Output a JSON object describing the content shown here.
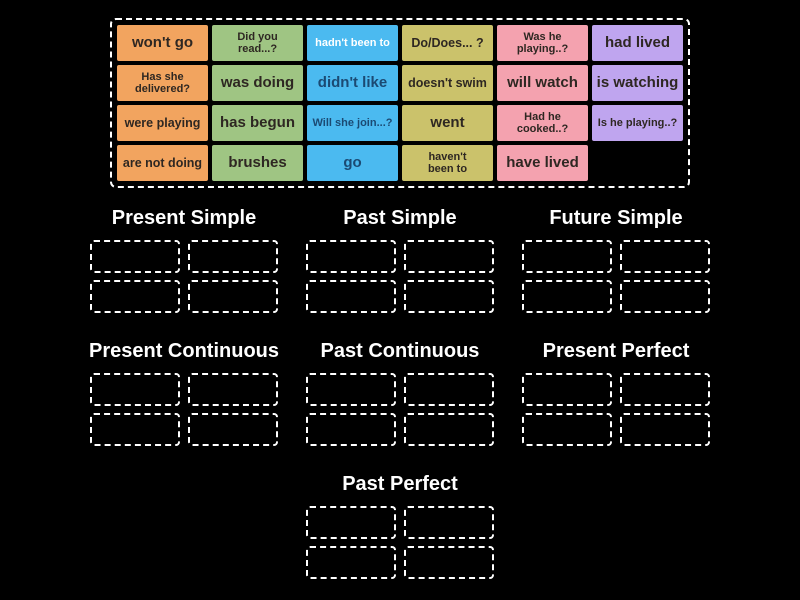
{
  "palette": {
    "background": "#000000",
    "dashed_border": "#FFFFFF",
    "header_text": "#FFFFFF",
    "tile_colors": {
      "orange": "#F2A45F",
      "green": "#9FC583",
      "blue": "#4BBAF0",
      "khaki": "#CBC26B",
      "pink": "#F4A2AF",
      "purple": "#BFA5EF"
    },
    "tile_text": {
      "dark": "#2E2722",
      "navy": "#1B4A73",
      "light": "#FFFFFF"
    }
  },
  "board": {
    "columns": 6,
    "tiles": [
      {
        "text": "won't go",
        "color": "orange",
        "text_color": "dark",
        "size": "lg"
      },
      {
        "text": "Did you\nread...?",
        "color": "green",
        "text_color": "dark",
        "size": "sm"
      },
      {
        "text": "hadn't been to",
        "color": "blue",
        "text_color": "light",
        "size": "sm"
      },
      {
        "text": "Do/Does... ?",
        "color": "khaki",
        "text_color": "dark",
        "size": "md"
      },
      {
        "text": "Was he\nplaying..?",
        "color": "pink",
        "text_color": "dark",
        "size": "sm"
      },
      {
        "text": "had lived",
        "color": "purple",
        "text_color": "dark",
        "size": "lg"
      },
      {
        "text": "Has she\ndelivered?",
        "color": "orange",
        "text_color": "dark",
        "size": "sm"
      },
      {
        "text": "was doing",
        "color": "green",
        "text_color": "dark",
        "size": "lg"
      },
      {
        "text": "didn't like",
        "color": "blue",
        "text_color": "navy",
        "size": "lg"
      },
      {
        "text": "doesn't swim",
        "color": "khaki",
        "text_color": "dark",
        "size": "md"
      },
      {
        "text": "will watch",
        "color": "pink",
        "text_color": "dark",
        "size": "lg"
      },
      {
        "text": "is watching",
        "color": "purple",
        "text_color": "dark",
        "size": "lg"
      },
      {
        "text": "were playing",
        "color": "orange",
        "text_color": "dark",
        "size": "md"
      },
      {
        "text": "has begun",
        "color": "green",
        "text_color": "dark",
        "size": "lg"
      },
      {
        "text": "Will she join...?",
        "color": "blue",
        "text_color": "navy",
        "size": "sm"
      },
      {
        "text": "went",
        "color": "khaki",
        "text_color": "dark",
        "size": "lg"
      },
      {
        "text": "Had he\ncooked..?",
        "color": "pink",
        "text_color": "dark",
        "size": "sm"
      },
      {
        "text": "Is he playing..?",
        "color": "purple",
        "text_color": "dark",
        "size": "sm"
      },
      {
        "text": "are not doing",
        "color": "orange",
        "text_color": "dark",
        "size": "md"
      },
      {
        "text": "brushes",
        "color": "green",
        "text_color": "dark",
        "size": "lg"
      },
      {
        "text": "go",
        "color": "blue",
        "text_color": "navy",
        "size": "lg"
      },
      {
        "text": "haven't\nbeen to",
        "color": "khaki",
        "text_color": "dark",
        "size": "sm"
      },
      {
        "text": "have lived",
        "color": "pink",
        "text_color": "dark",
        "size": "lg"
      }
    ]
  },
  "group_rows": [
    [
      {
        "label": "Present Simple",
        "slots": 4
      },
      {
        "label": "Past Simple",
        "slots": 4
      },
      {
        "label": "Future Simple",
        "slots": 4
      }
    ],
    [
      {
        "label": "Present Continuous",
        "slots": 4
      },
      {
        "label": "Past Continuous",
        "slots": 4
      },
      {
        "label": "Present Perfect",
        "slots": 4
      }
    ],
    [
      {
        "label": "Past Perfect",
        "slots": 4
      }
    ]
  ]
}
